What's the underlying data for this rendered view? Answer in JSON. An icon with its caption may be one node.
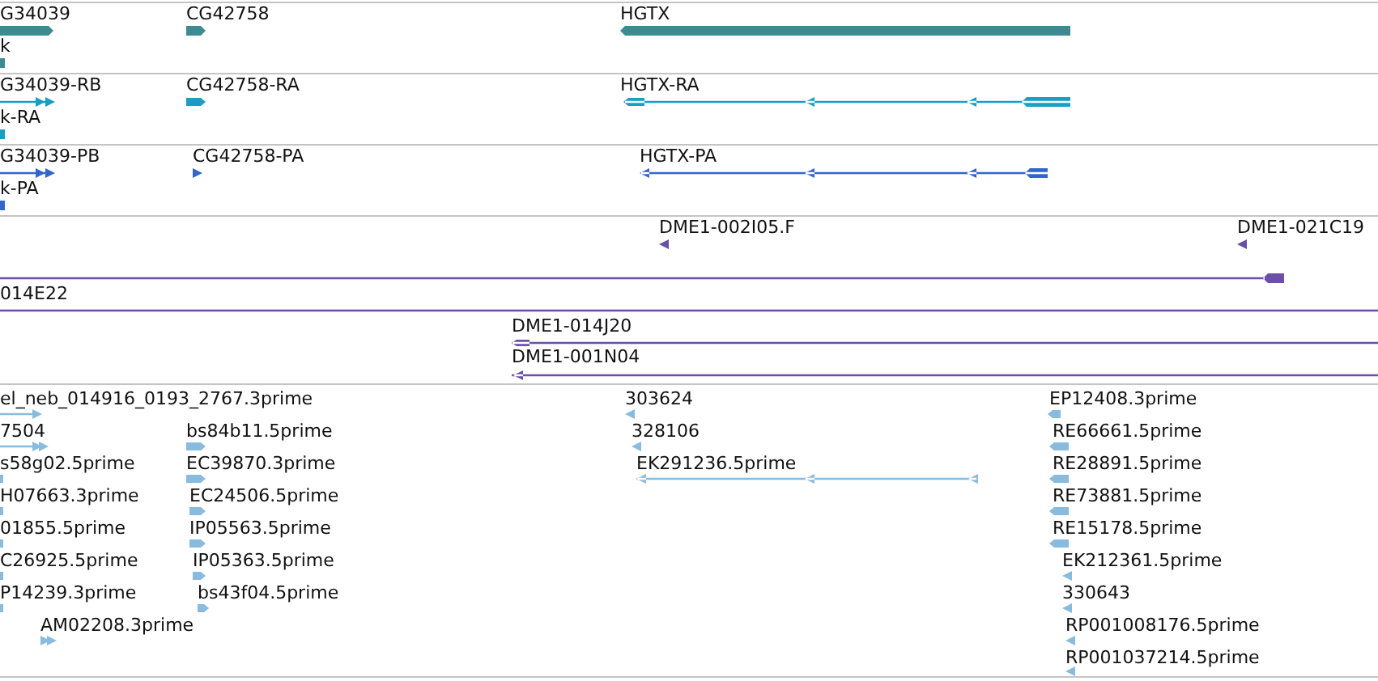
{
  "diagram": {
    "labels": [
      "G34039",
      "CG42758",
      "HGTX",
      "k",
      "G34039-RB",
      "CG42758-RA",
      "HGTX-RA",
      "k-RA",
      "G34039-PB",
      "CG42758-PA",
      "HGTX-PA",
      "k-PA",
      "DME1-002I05.F",
      "DME1-021C19",
      "014E22",
      "DME1-014J20",
      "DME1-001N04",
      "el_neb_014916_0193_2767.3prime",
      "303624",
      "EP12408.3prime",
      "7504",
      "bs84b11.5prime",
      "328106",
      "RE66661.5prime",
      "s58g02.5prime",
      "EC39870.3prime",
      "EK291236.5prime",
      "RE28891.5prime",
      "H07663.3prime",
      "EC24506.5prime",
      "RE73881.5prime",
      "01855.5prime",
      "IP05563.5prime",
      "RE15178.5prime",
      "C26925.5prime",
      "IP05363.5prime",
      "EK212361.5prime",
      "P14239.3prime",
      "bs43f04.5prime",
      "330643",
      "AM02208.3prime",
      "RP001008176.5prime",
      "RP001037214.5prime"
    ]
  }
}
